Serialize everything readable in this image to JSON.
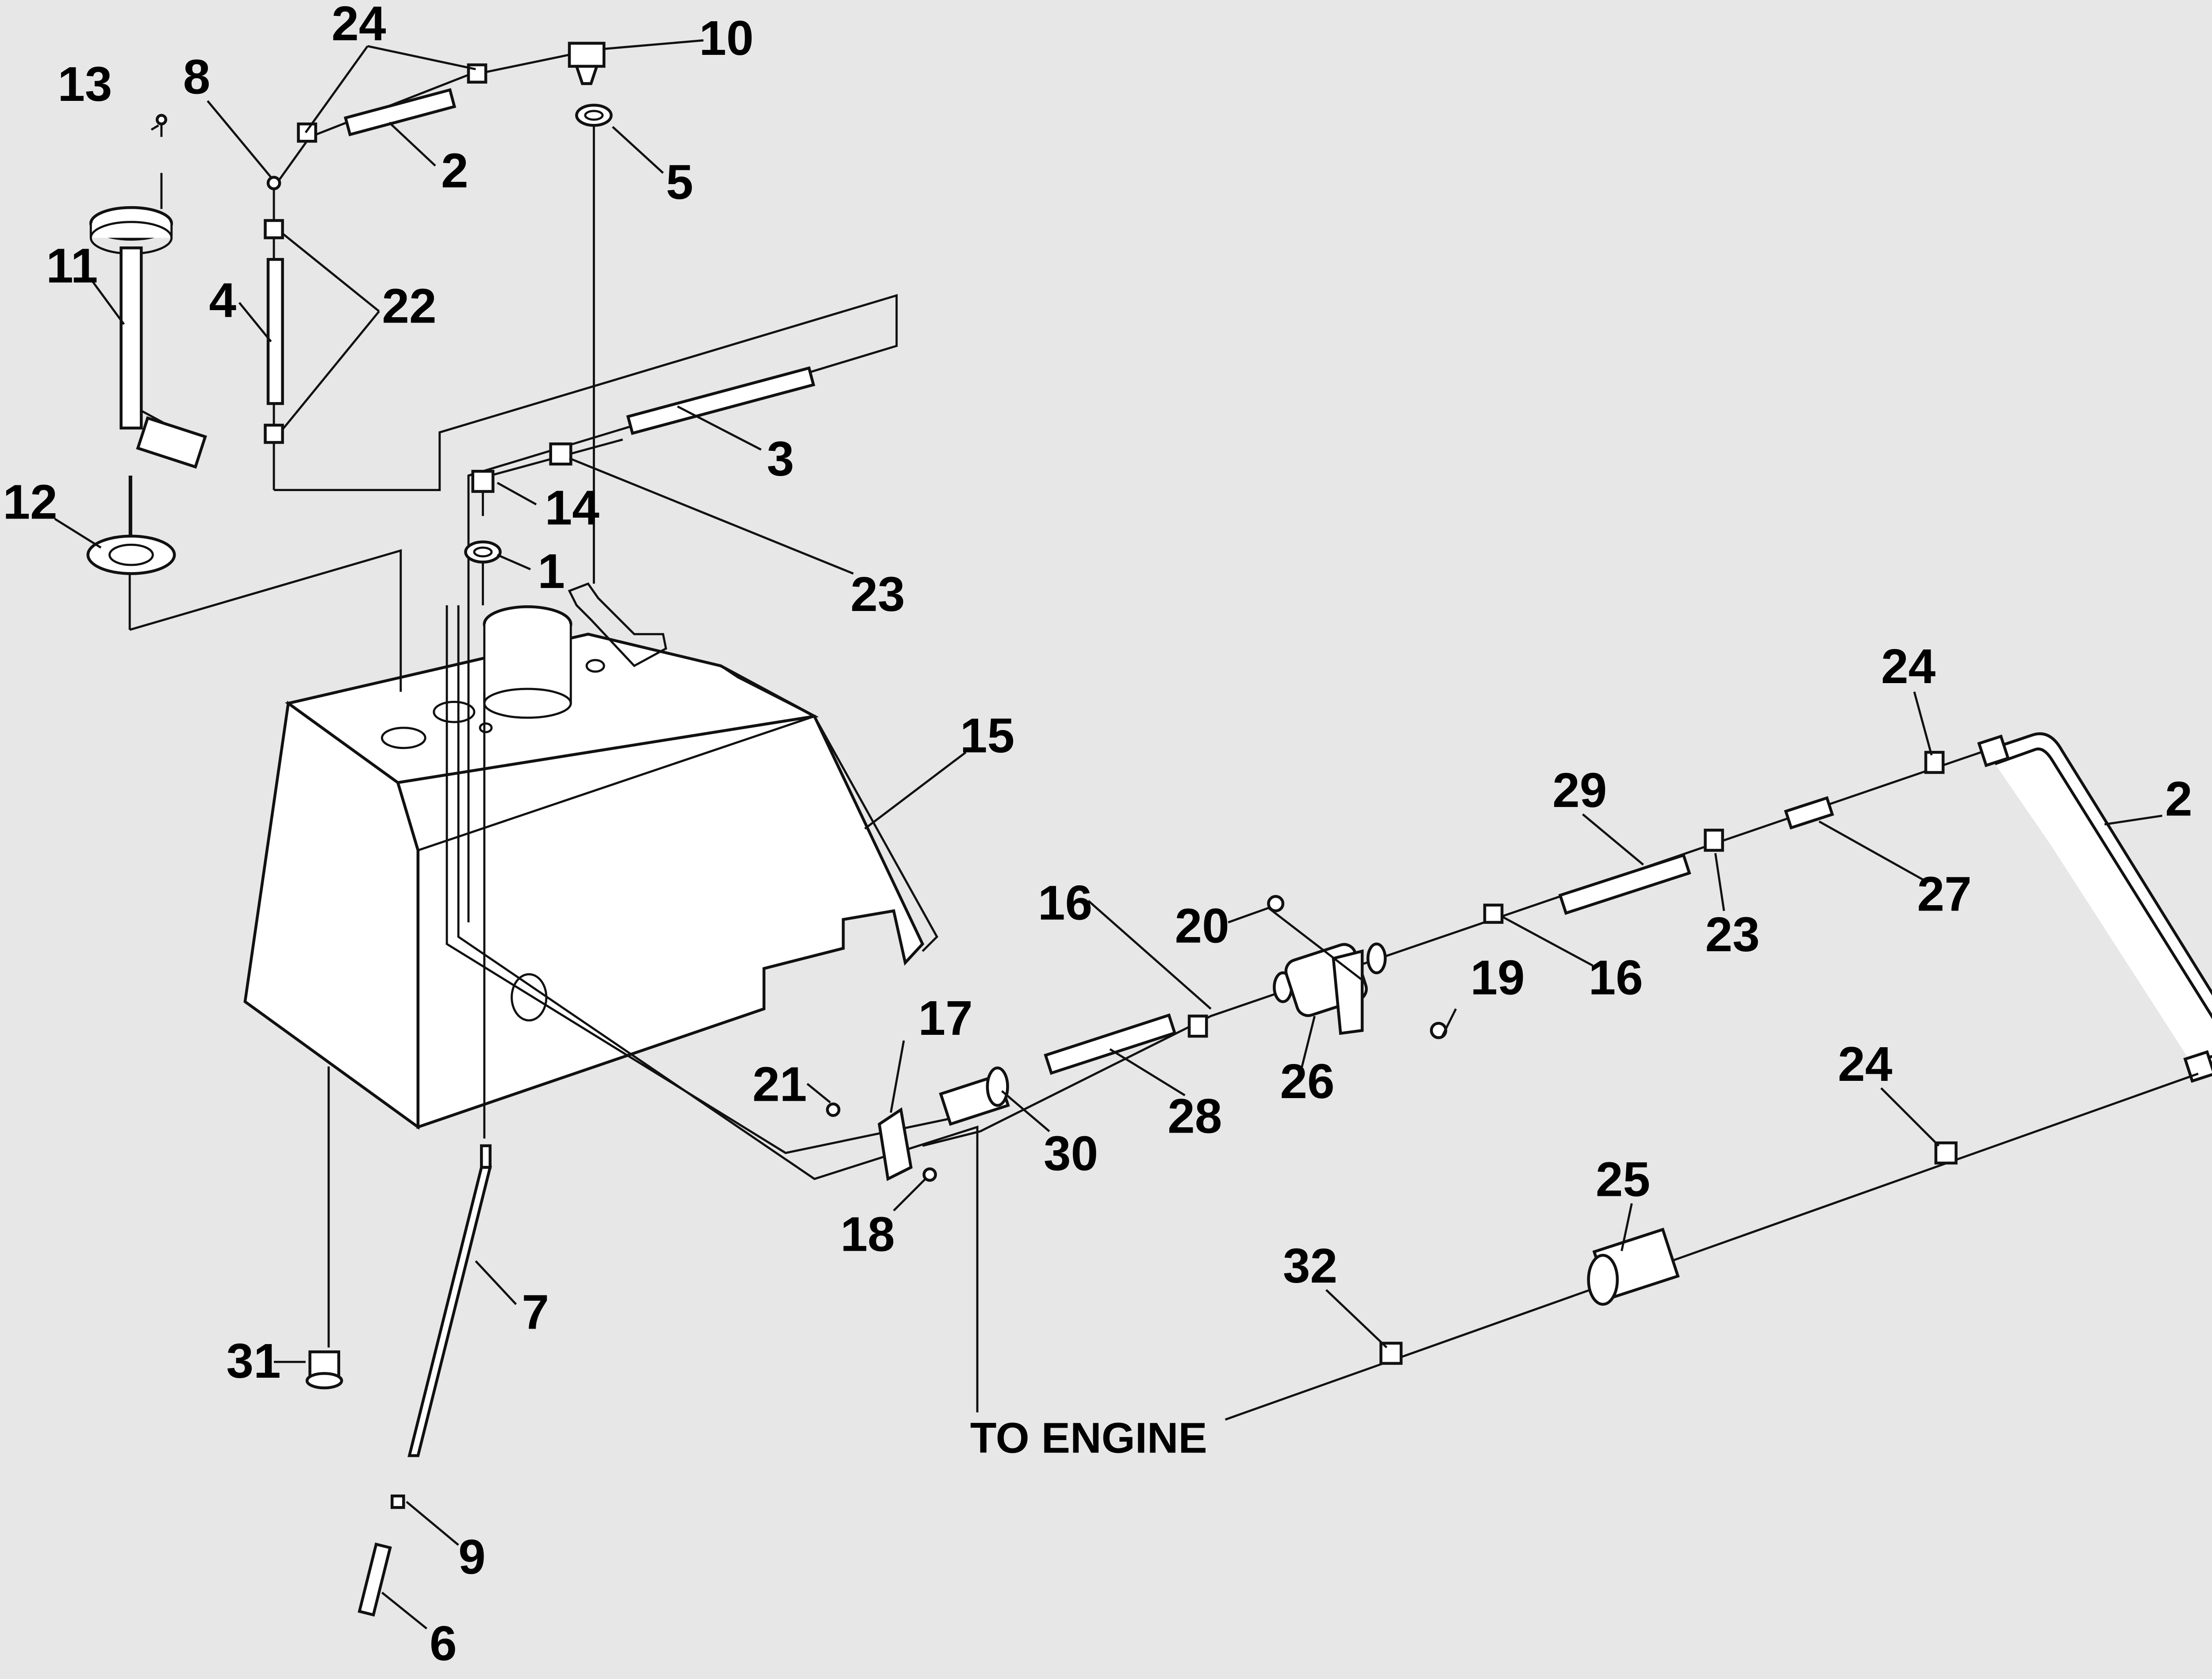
{
  "callouts": {
    "c1": "1",
    "c2a": "2",
    "c2b": "2",
    "c3": "3",
    "c4": "4",
    "c5": "5",
    "c6": "6",
    "c7": "7",
    "c8": "8",
    "c9": "9",
    "c10": "10",
    "c11": "11",
    "c12": "12",
    "c13": "13",
    "c14": "14",
    "c15": "15",
    "c16a": "16",
    "c16b": "16",
    "c17": "17",
    "c18": "18",
    "c19": "19",
    "c20": "20",
    "c21": "21",
    "c22": "22",
    "c23a": "23",
    "c23b": "23",
    "c24a": "24",
    "c24b": "24",
    "c24c": "24",
    "c25": "25",
    "c26": "26",
    "c27": "27",
    "c28": "28",
    "c29": "29",
    "c30": "30",
    "c31": "31",
    "c32": "32"
  },
  "to_engine": "TO ENGINE"
}
